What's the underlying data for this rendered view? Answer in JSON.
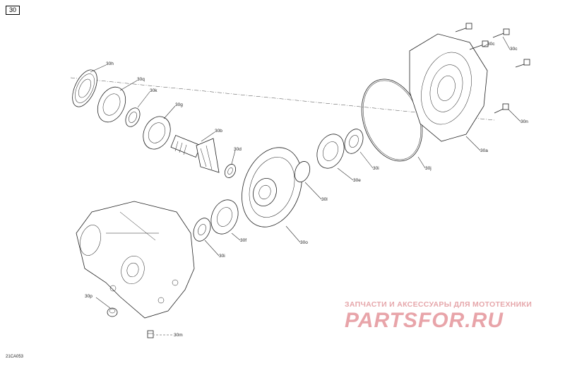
{
  "diagram": {
    "ref_number": "30",
    "figure_code": "21CA053",
    "callouts": {
      "h": "30h",
      "q": "30q",
      "k": "30k",
      "g": "30g",
      "b": "30b",
      "d": "30d",
      "c_top": "30c",
      "c_side": "30c",
      "n": "30n",
      "a": "30a",
      "j": "30j",
      "l": "30l",
      "e": "30e",
      "i_right": "30i",
      "o": "30o",
      "f": "30f",
      "i_left": "30i",
      "p": "30p",
      "m": "30m"
    }
  },
  "watermark": {
    "tagline": "ЗАПЧАСТИ И АКСЕССУАРЫ ДЛЯ МОТОТЕХНИКИ",
    "brand": "PARTSFOR.RU"
  },
  "colors": {
    "line": "#222222",
    "watermark": "#e8a4a9"
  }
}
